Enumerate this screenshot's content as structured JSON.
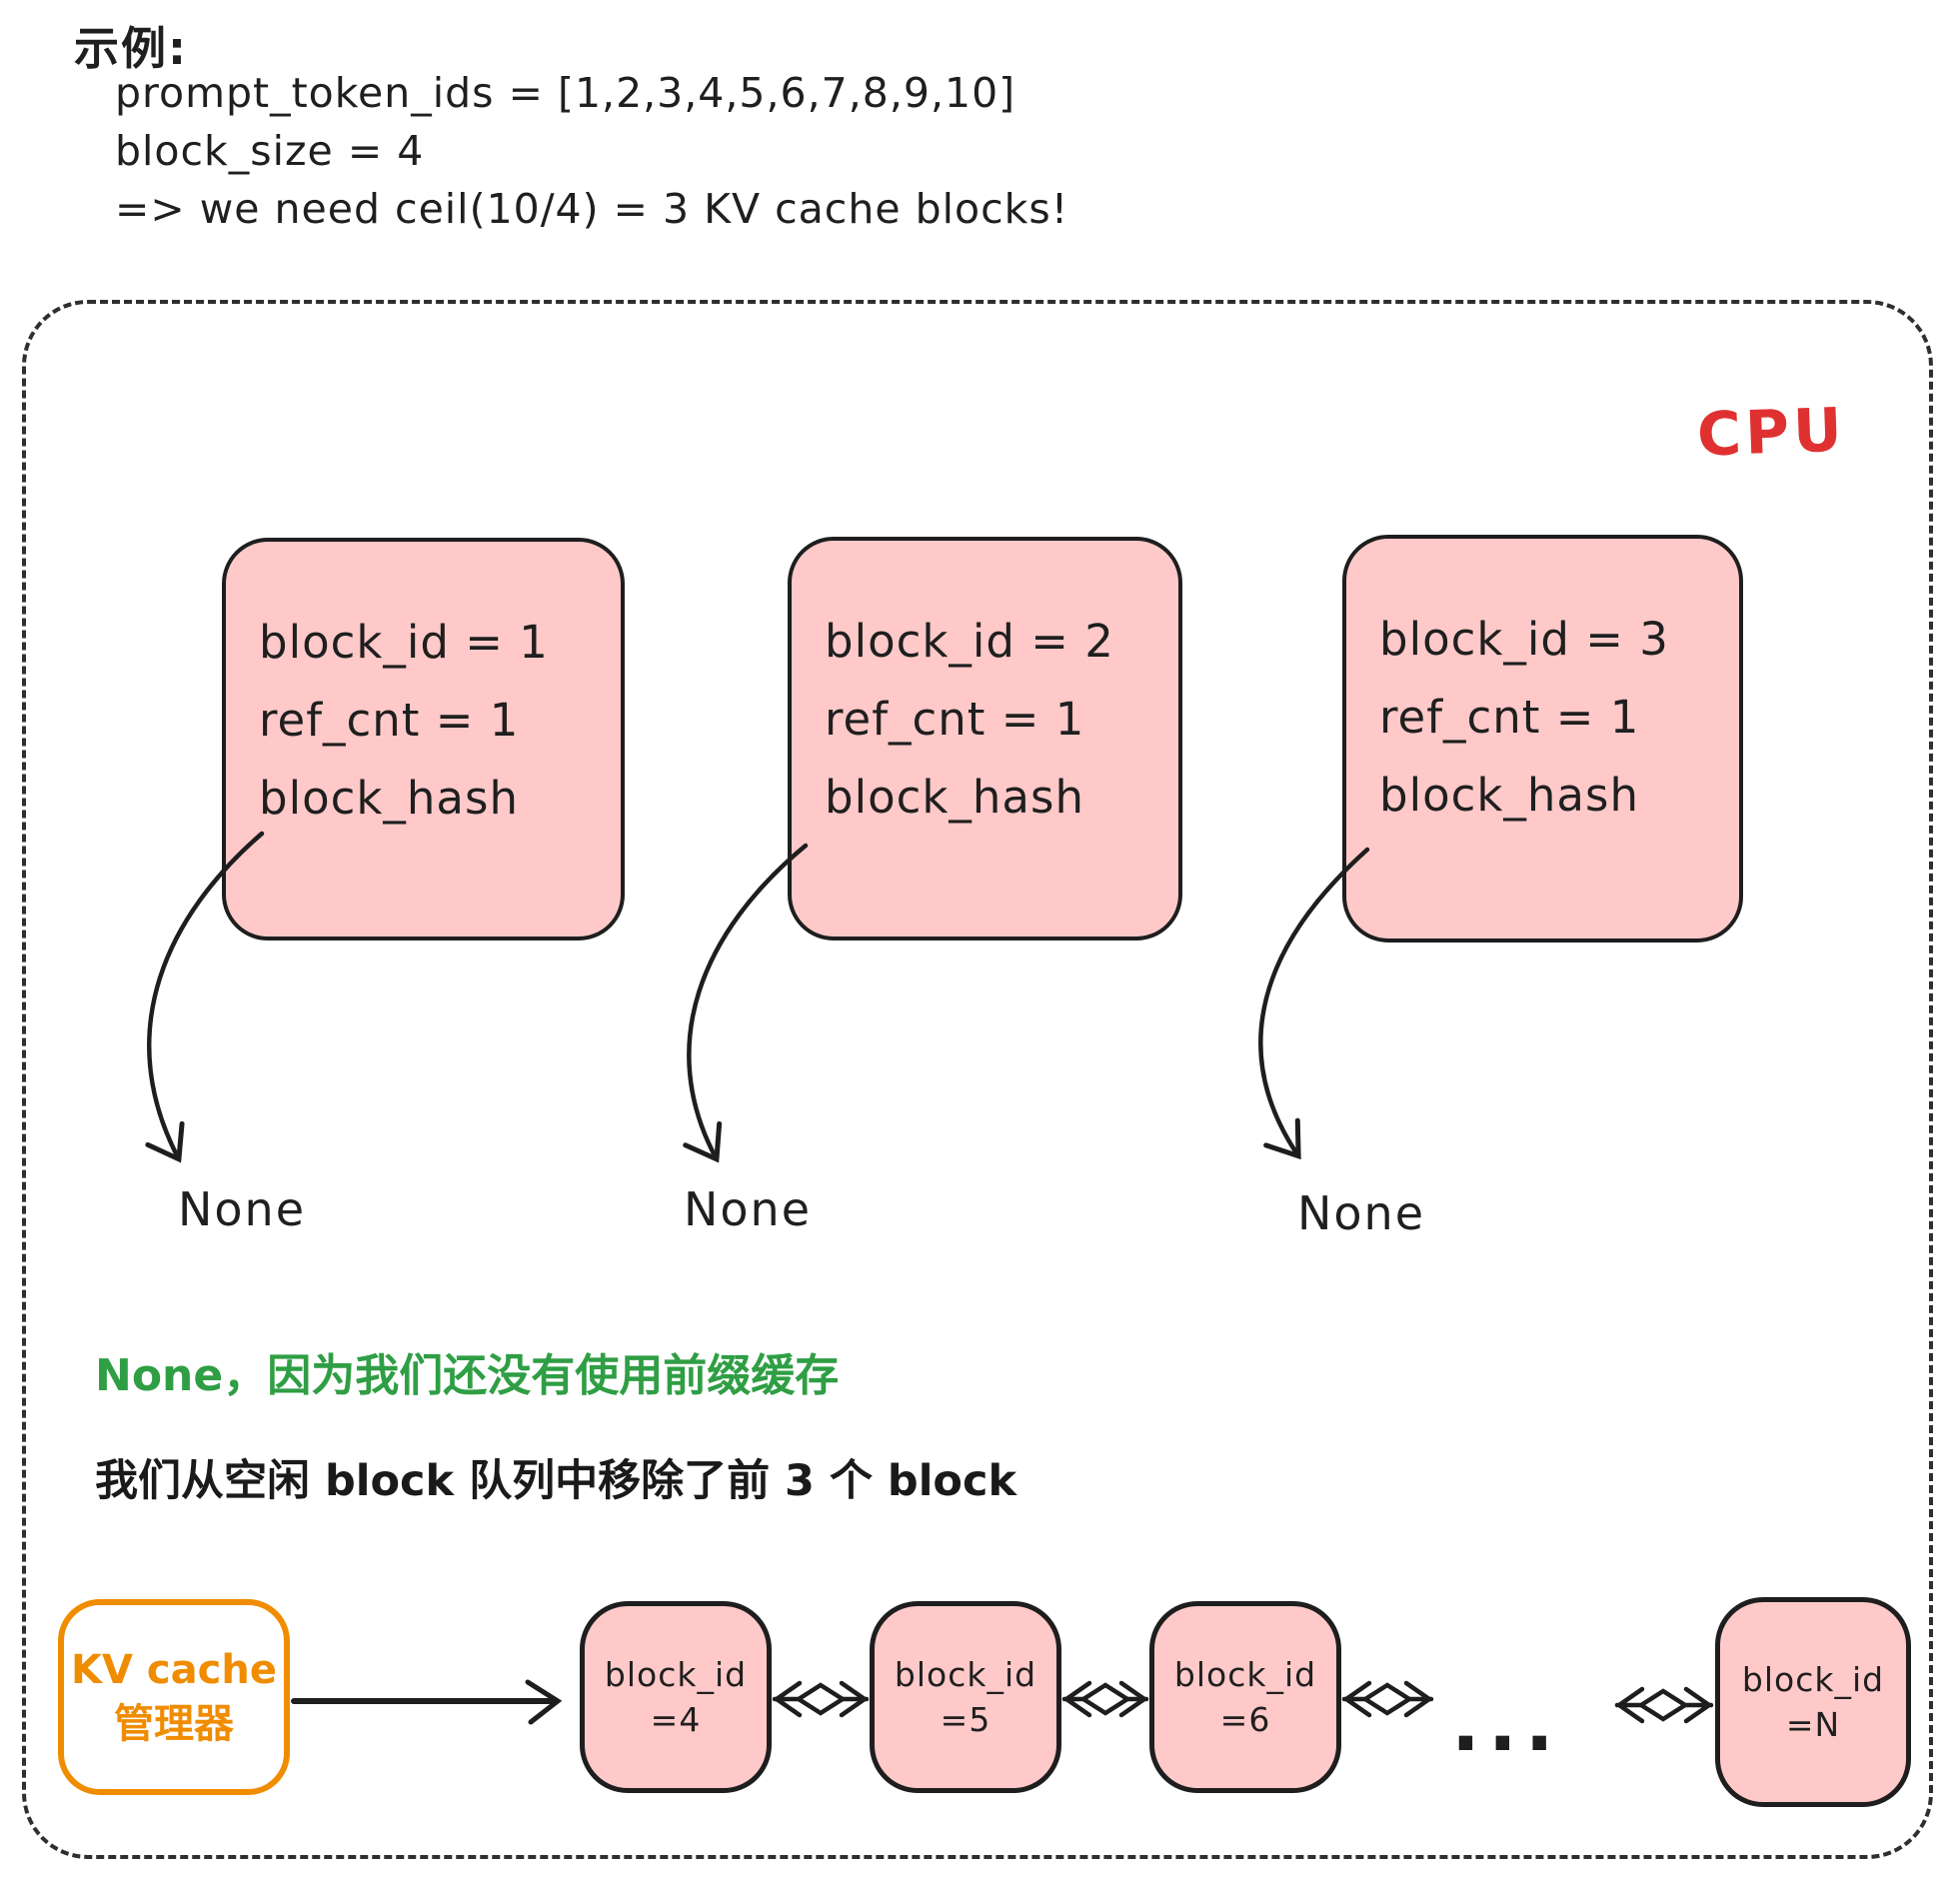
{
  "example": {
    "heading": "示例:",
    "code_lines": [
      "prompt_token_ids = [1,2,3,4,5,6,7,8,9,10]",
      "block_size = 4",
      "=> we need ceil(10/4) = 3 KV cache blocks!"
    ]
  },
  "cpu_label": "CPU",
  "kv_blocks": [
    {
      "block_id": "block_id = 1",
      "ref_cnt": "ref_cnt = 1",
      "block_hash": "block_hash"
    },
    {
      "block_id": "block_id = 2",
      "ref_cnt": "ref_cnt = 1",
      "block_hash": "block_hash"
    },
    {
      "block_id": "block_id = 3",
      "ref_cnt": "ref_cnt = 1",
      "block_hash": "block_hash"
    }
  ],
  "none_labels": [
    "None",
    "None",
    "None"
  ],
  "annotations": {
    "green_note": "None，因为我们还没有使用前缀缓存",
    "black_note": "我们从空闲 block 队列中移除了前 3 个 block"
  },
  "kv_manager": {
    "line1": "KV cache",
    "line2": "管理器"
  },
  "free_block_queue": [
    {
      "label": "block_id",
      "value": "=4"
    },
    {
      "label": "block_id",
      "value": "=5"
    },
    {
      "label": "block_id",
      "value": "=6"
    },
    {
      "label": "block_id",
      "value": "=N"
    }
  ],
  "ellipsis": "...",
  "colors": {
    "block_fill": "#FFC9C9",
    "stroke": "#1e1e1e",
    "cpu_red": "#E03131",
    "note_green": "#2F9E44",
    "manager_orange": "#F08C00"
  }
}
